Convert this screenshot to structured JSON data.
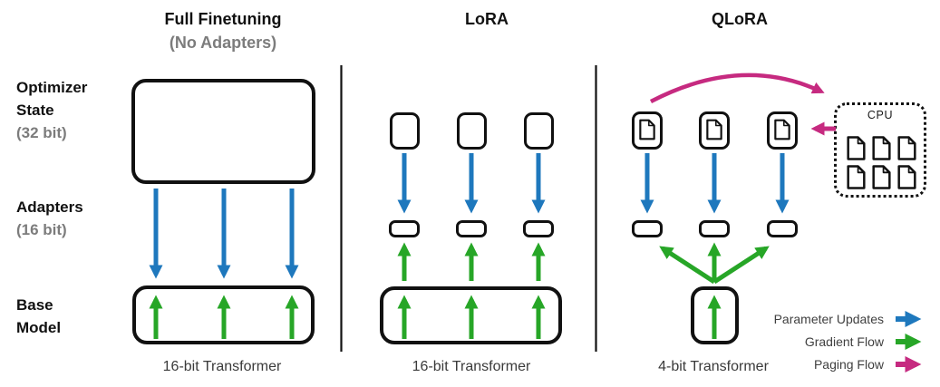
{
  "colors": {
    "parameter_updates_blue": "#1e78bd",
    "gradient_flow_green": "#27a627",
    "paging_flow_magenta": "#c62a80",
    "box_outline": "#111111",
    "muted_label_gray": "#7c7c7c"
  },
  "columns": {
    "full_finetuning": {
      "title": "Full Finetuning",
      "subtitle": "(No Adapters)",
      "footer": "16-bit Transformer"
    },
    "lora": {
      "title": "LoRA",
      "footer": "16-bit Transformer"
    },
    "qlora": {
      "title": "QLoRA",
      "footer": "4-bit Transformer"
    }
  },
  "row_labels": {
    "optimizer": {
      "label": "Optimizer State",
      "sub": "(32 bit)"
    },
    "adapters": {
      "label": "Adapters",
      "sub": "(16 bit)"
    },
    "base": {
      "label": "Base Model"
    }
  },
  "cpu": {
    "label": "CPU"
  },
  "legend": {
    "parameter_updates": "Parameter Updates",
    "gradient_flow": "Gradient Flow",
    "paging_flow": "Paging Flow"
  }
}
